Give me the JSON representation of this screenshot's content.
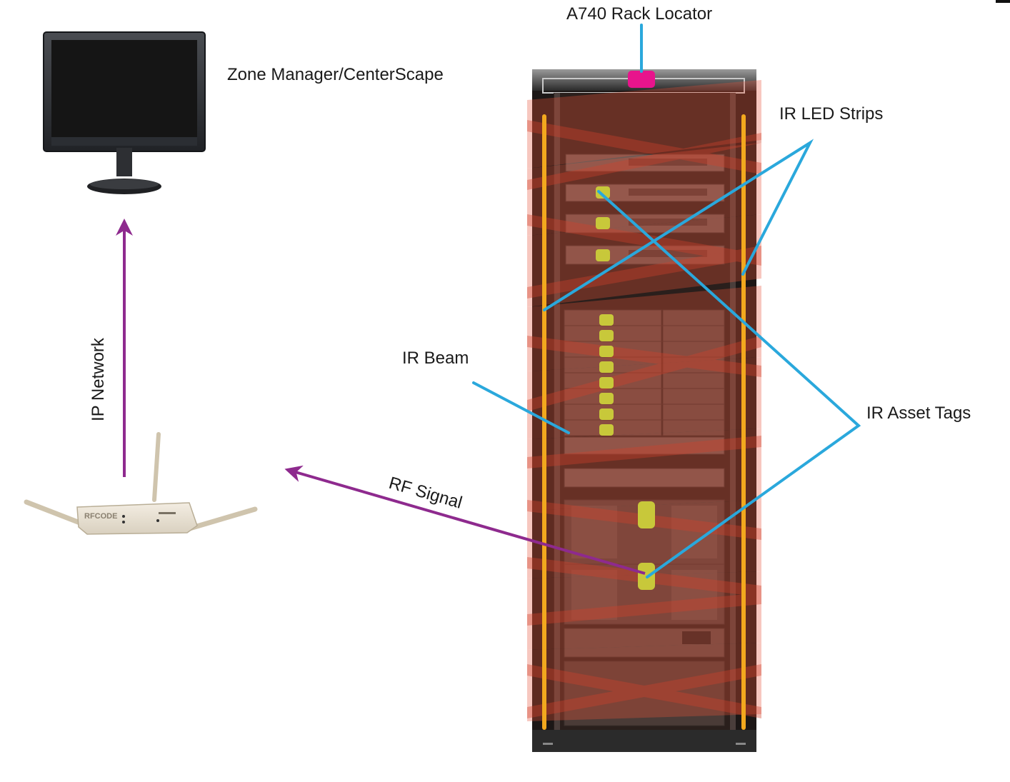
{
  "labels": {
    "rack_locator": "A740 Rack Locator",
    "zone_manager": "Zone Manager/CenterScape",
    "ir_led_strips": "IR LED Strips",
    "ir_beam": "IR Beam",
    "ir_asset_tags": "IR Asset Tags",
    "ip_network": "IP Network",
    "rf_signal": "RF Signal",
    "reader_brand": "RFCODE"
  },
  "colors": {
    "callout_line": "#2aa8dc",
    "signal_arrow": "#8e2a8e",
    "ir_beam": "#e8553a",
    "led_strip": "#f2a81e",
    "asset_tag": "#c8c83a",
    "rack_locator": "#e8148c",
    "rack_body": "#1c1716"
  },
  "icons": {
    "monitor": "monitor-icon",
    "reader": "rfid-reader-icon",
    "rack": "server-rack-icon"
  }
}
